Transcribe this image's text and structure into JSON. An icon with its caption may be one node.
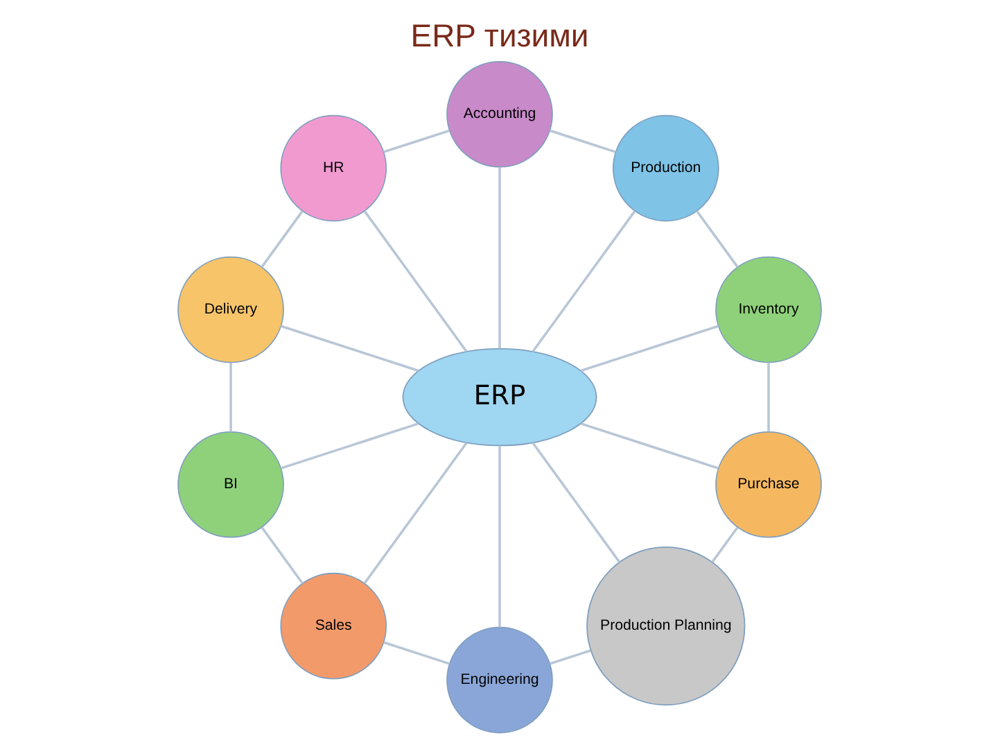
{
  "diagram": {
    "title": "ERP тизими",
    "nodes": [
      {
        "text": [
          "ERP"
        ]
      },
      {
        "text": [
          "Inventory"
        ]
      },
      {
        "text": [
          "Production"
        ]
      },
      {
        "text": [
          "Accounting"
        ]
      },
      {
        "text": [
          "HR"
        ]
      },
      {
        "text": [
          "Delivery"
        ]
      },
      {
        "text": [
          "BI"
        ]
      },
      {
        "text": [
          "Sales"
        ]
      },
      {
        "text": [
          "Engineering"
        ]
      },
      {
        "text": [
          "Production Planning"
        ]
      },
      {
        "text": [
          "Purchase"
        ]
      }
    ],
    "edges": [
      {
        "from": 0,
        "to": 1,
        "arrow": "none"
      },
      {
        "from": 0,
        "to": 2,
        "arrow": "none"
      },
      {
        "from": 0,
        "to": 3,
        "arrow": "none"
      },
      {
        "from": 0,
        "to": 4,
        "arrow": "none"
      },
      {
        "from": 0,
        "to": 5,
        "arrow": "none"
      },
      {
        "from": 0,
        "to": 6,
        "arrow": "none"
      },
      {
        "from": 0,
        "to": 7,
        "arrow": "none"
      },
      {
        "from": 0,
        "to": 8,
        "arrow": "none"
      },
      {
        "from": 0,
        "to": 9,
        "arrow": "none"
      },
      {
        "from": 0,
        "to": 10,
        "arrow": "none"
      },
      {
        "from": 1,
        "to": 2,
        "arrow": "none"
      },
      {
        "from": 2,
        "to": 3,
        "arrow": "none"
      },
      {
        "from": 3,
        "to": 4,
        "arrow": "none"
      },
      {
        "from": 4,
        "to": 5,
        "arrow": "none"
      },
      {
        "from": 5,
        "to": 6,
        "arrow": "none"
      },
      {
        "from": 6,
        "to": 7,
        "arrow": "none"
      },
      {
        "from": 7,
        "to": 8,
        "arrow": "none"
      },
      {
        "from": 8,
        "to": 9,
        "arrow": "none"
      },
      {
        "from": 9,
        "to": 10,
        "arrow": "none"
      },
      {
        "from": 10,
        "to": 1,
        "arrow": "none"
      }
    ]
  }
}
